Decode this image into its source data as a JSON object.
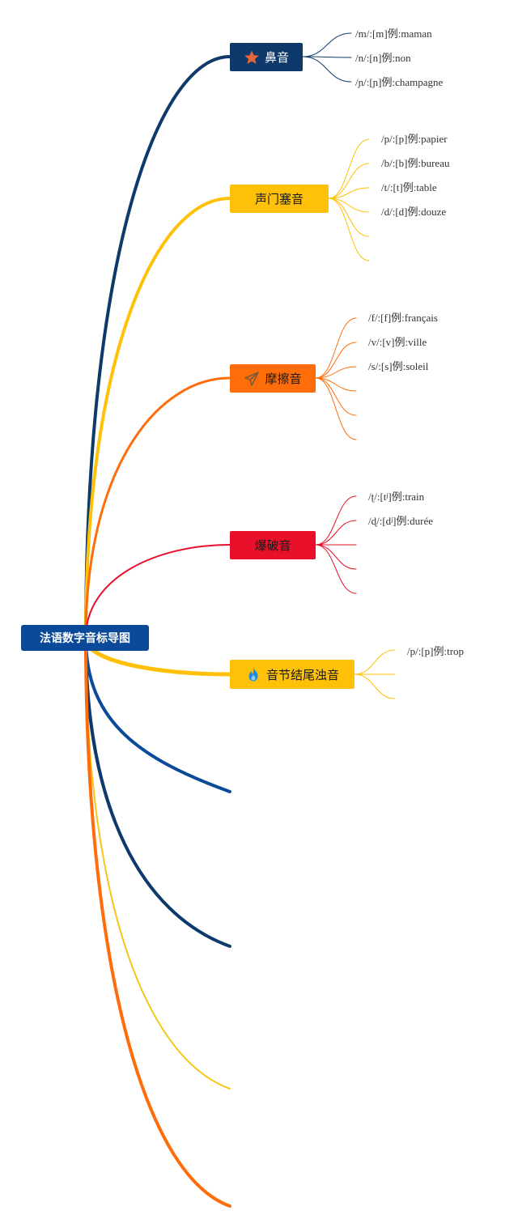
{
  "root": {
    "label": "法语数字音标导图",
    "color": "#0a4a99"
  },
  "branches": [
    {
      "label": "鼻音",
      "color": "#0d3a6b",
      "textColor": "#1a1a1a",
      "icon": "star-icon",
      "leaves": [
        "/m/:[m]例:maman",
        "/n/:[n]例:non",
        "/ɲ/:[ɲ]例:champagne"
      ]
    },
    {
      "label": "声门塞音",
      "color": "#ffc107",
      "textColor": "#1a1a1a",
      "icon": "",
      "leaves": [
        "/p/:[p]例:papier",
        "/b/:[b]例:bureau",
        "/t/:[t]例:table",
        "/d/:[d]例:douze",
        "",
        ""
      ]
    },
    {
      "label": "摩擦音",
      "color": "#ff6d0a",
      "textColor": "#1a1a1a",
      "icon": "paper-plane-icon",
      "leaves": [
        "/f/:[f]例:français",
        "/v/:[v]例:ville",
        "/s/:[s]例:soleil",
        "",
        "",
        ""
      ]
    },
    {
      "label": "爆破音",
      "color": "#e8102a",
      "textColor": "#1a1a1a",
      "icon": "",
      "leaves": [
        "/ʈ/:[tʲ]例:train",
        "/ɖ/:[dʲ]例:durée",
        "",
        "",
        ""
      ]
    },
    {
      "label": "音节结尾浊音",
      "color": "#ffc107",
      "textColor": "#1a1a1a",
      "icon": "flame-icon",
      "leaves": [
        "/p/:[p]例:trop",
        "",
        ""
      ]
    }
  ],
  "empty_branches": [
    {
      "color": "#0a4a99"
    },
    {
      "color": "#0d3a6b"
    },
    {
      "color": "#f5c518"
    },
    {
      "color": "#ff6d0a"
    }
  ]
}
